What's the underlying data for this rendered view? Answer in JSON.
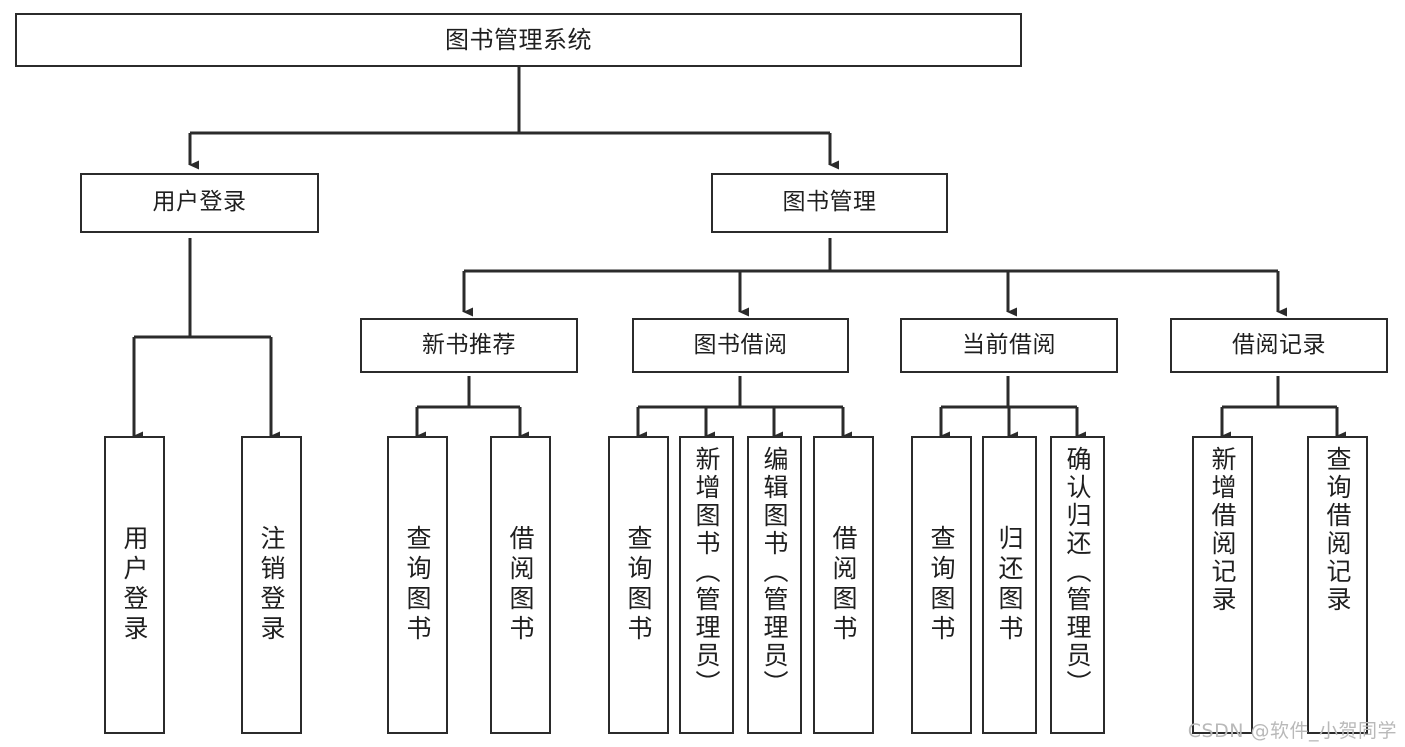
{
  "diagram": {
    "title": "图书管理系统",
    "type": "tree-hierarchy",
    "watermark": "CSDN @软件_小贺同学",
    "colors": {
      "stroke": "#2b2b2b",
      "fill": "#ffffff",
      "text": "#1f1f1f",
      "watermark": "#b9b9b9"
    },
    "nodes": {
      "root": {
        "label": "图书管理系统"
      },
      "level2": [
        {
          "id": "user-login",
          "label": "用户登录"
        },
        {
          "id": "book-manage",
          "label": "图书管理"
        }
      ],
      "level3": [
        {
          "id": "new-book-rec",
          "label": "新书推荐"
        },
        {
          "id": "book-borrow",
          "label": "图书借阅"
        },
        {
          "id": "current-borrow",
          "label": "当前借阅"
        },
        {
          "id": "borrow-record",
          "label": "借阅记录"
        }
      ],
      "leaves": {
        "user_login": [
          {
            "id": "leaf-user-login",
            "label": "用户登录"
          },
          {
            "id": "leaf-logout",
            "label": "注销登录"
          }
        ],
        "new_book_rec": [
          {
            "id": "leaf-query-book-1",
            "label": "查询图书"
          },
          {
            "id": "leaf-borrow-book-1",
            "label": "借阅图书"
          }
        ],
        "book_borrow": [
          {
            "id": "leaf-query-book-2",
            "label": "查询图书"
          },
          {
            "id": "leaf-add-book",
            "label": "新增图书（管理员）"
          },
          {
            "id": "leaf-edit-book",
            "label": "编辑图书（管理员）"
          },
          {
            "id": "leaf-borrow-book-2",
            "label": "借阅图书"
          }
        ],
        "current_borrow": [
          {
            "id": "leaf-query-book-3",
            "label": "查询图书"
          },
          {
            "id": "leaf-return-book",
            "label": "归还图书"
          },
          {
            "id": "leaf-confirm-return",
            "label": "确认归还（管理员）"
          }
        ],
        "borrow_record": [
          {
            "id": "leaf-add-record",
            "label": "新增借阅记录"
          },
          {
            "id": "leaf-query-record",
            "label": "查询借阅记录"
          }
        ]
      }
    }
  }
}
